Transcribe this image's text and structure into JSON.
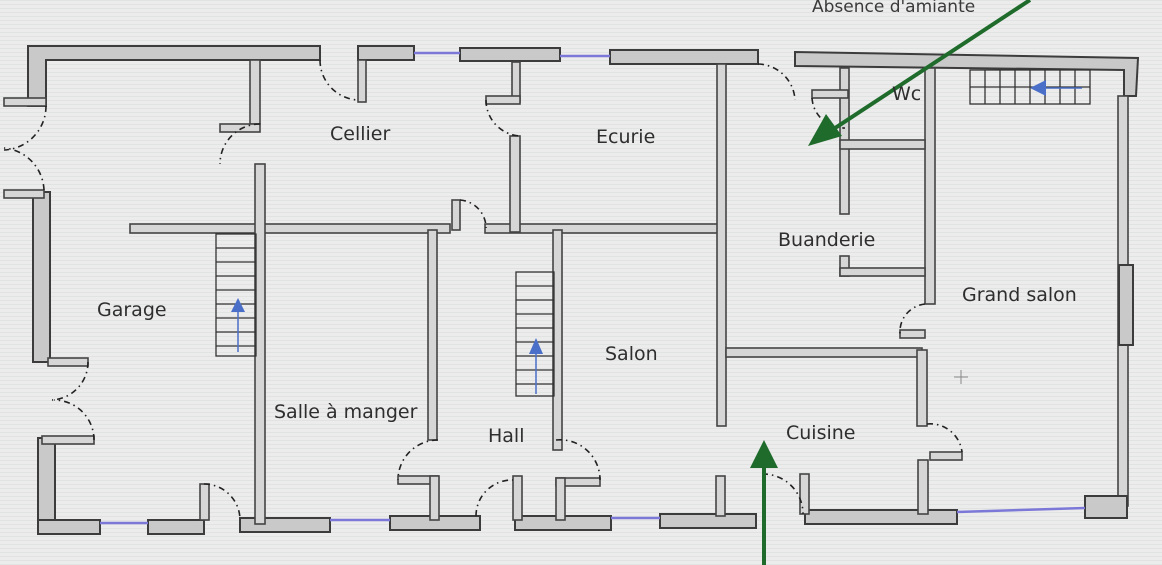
{
  "plan": {
    "rooms": {
      "cellier": "Cellier",
      "ecurie": "Ecurie",
      "wc": "Wc",
      "garage": "Garage",
      "buanderie": "Buanderie",
      "grand_salon": "Grand salon",
      "salon": "Salon",
      "salle_a_manger": "Salle à manger",
      "hall": "Hall",
      "cuisine": "Cuisine"
    },
    "annotation": "Absence d'amiante",
    "colors": {
      "wall_fill": "#c9c9c9",
      "wall_stroke": "#3c3c3c",
      "arrow": "#1f6b2b",
      "stair_arrow": "#4a6fc8",
      "window": "#7b78d8",
      "background": "#e9eaea"
    }
  }
}
